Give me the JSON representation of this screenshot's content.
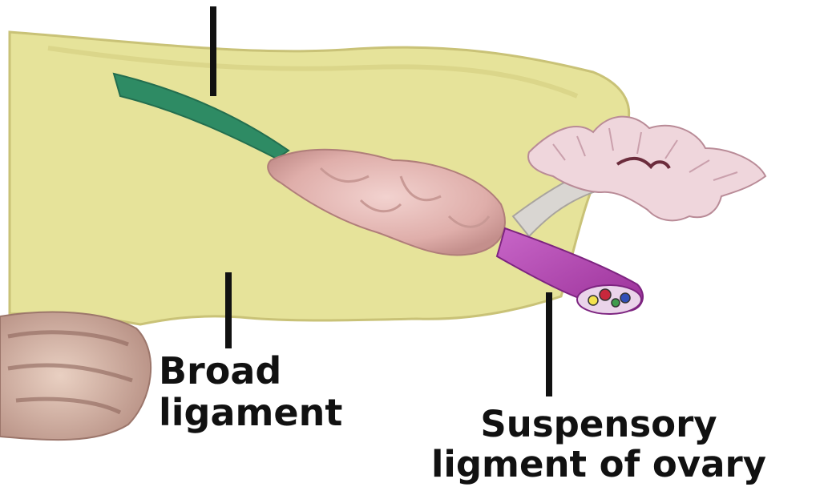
{
  "labels": {
    "broad_ligament": {
      "line1": "Broad",
      "line2": "ligament"
    },
    "suspensory_ligament": {
      "line1": "Suspensory",
      "line2": "ligment of ovary"
    }
  },
  "colors": {
    "broad_ligament": "#e6e39a",
    "round_ligament_band": "#2e8b64",
    "ovary": "#e4b8b4",
    "suspensory_ligament": "#b84ab9",
    "uterus": "#d9b9a8",
    "fimbriae": "#efd6dc",
    "leader_line": "#111111",
    "text": "#111111"
  }
}
